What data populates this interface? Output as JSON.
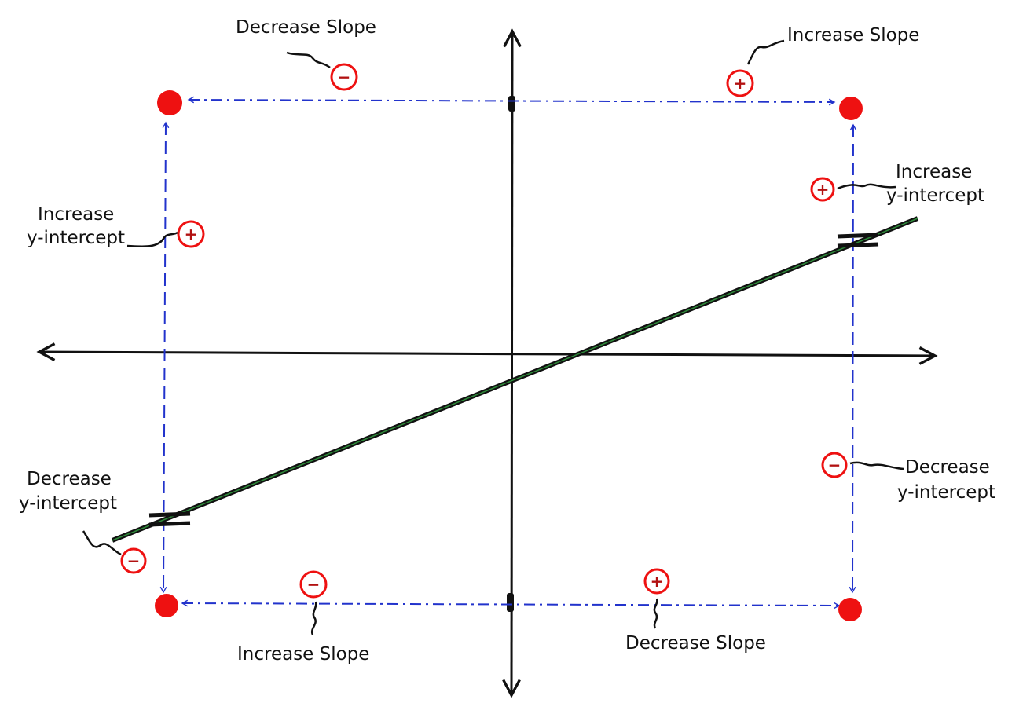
{
  "colors": {
    "axis": "#111111",
    "guide": "#2233cc",
    "handle": "#ee1111",
    "line": "#1f6b2a",
    "sign_ring": "#ee1111"
  },
  "labels": {
    "top_left_slope": "Decrease Slope",
    "top_right_slope": "Increase Slope",
    "left_intercept_line1": "Increase",
    "left_intercept_line2": "y-intercept",
    "right_intercept_line1": "Increase",
    "right_intercept_line2": "y-intercept",
    "bottom_left_intercept_line1": "Decrease",
    "bottom_left_intercept_line2": "y-intercept",
    "bottom_right_intercept_line1": "Decrease",
    "bottom_right_intercept_line2": "y-intercept",
    "bottom_left_slope": "Increase Slope",
    "bottom_right_slope": "Decrease Slope"
  },
  "signs": {
    "top_left": "−",
    "top_right": "+",
    "left_mid": "+",
    "right_upper": "+",
    "right_lower": "−",
    "bottom_left_corner": "−",
    "bottom_left": "−",
    "bottom_right": "+"
  }
}
